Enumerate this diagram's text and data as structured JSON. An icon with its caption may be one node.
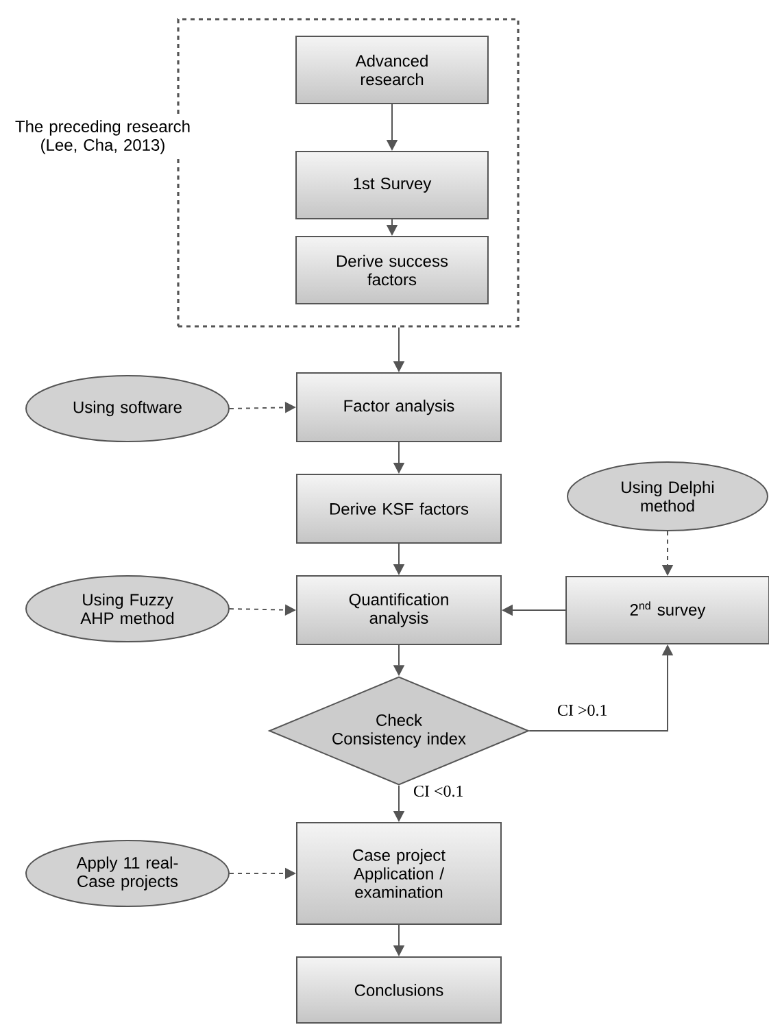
{
  "diagram": {
    "nodes": [
      {
        "text": [
          "The preceding research (Lee, Cha, 2013)"
        ]
      },
      {
        "text": [
          "Advanced research"
        ],
        "in": 0
      },
      {
        "text": [
          "1st Survey"
        ],
        "in": 0
      },
      {
        "text": [
          "Derive success factors"
        ],
        "in": 0
      },
      {
        "text": [
          "Factor analysis"
        ]
      },
      {
        "text": [
          "Using software"
        ]
      },
      {
        "text": [
          "Derive KSF factors"
        ]
      },
      {
        "text": [
          "Using Delphi method"
        ]
      },
      {
        "text": [
          "Quantification analysis"
        ]
      },
      {
        "text": [
          "Using Fuzzy AHP method"
        ]
      },
      {
        "text": [
          "2$^{nd}$ survey"
        ]
      },
      {
        "text": [
          "Check Consistency index"
        ]
      },
      {
        "text": [
          "Case project Application / examination"
        ]
      },
      {
        "text": [
          "Apply 11 real-Case projects"
        ]
      },
      {
        "text": [
          "Conclusions"
        ]
      }
    ],
    "edges": [
      {
        "from": 1,
        "to": 2,
        "arrow": "to"
      },
      {
        "from": 2,
        "to": 3,
        "arrow": "to"
      },
      {
        "from": 0,
        "to": 4,
        "arrow": "to"
      },
      {
        "from": 5,
        "to": 4,
        "arrow": "to",
        "style": "dashed"
      },
      {
        "from": 4,
        "to": 6,
        "arrow": "to"
      },
      {
        "from": 6,
        "to": 8,
        "arrow": "to"
      },
      {
        "from": 7,
        "to": 10,
        "arrow": "to",
        "style": "dashed"
      },
      {
        "from": 9,
        "to": 8,
        "arrow": "to",
        "style": "dashed"
      },
      {
        "from": 10,
        "to": 8,
        "arrow": "to"
      },
      {
        "from": 8,
        "to": 11,
        "arrow": "to"
      },
      {
        "from": 11,
        "to": 10,
        "arrow": "to",
        "label": "CI >0.1"
      },
      {
        "from": 11,
        "to": 12,
        "arrow": "to",
        "label": "CI <0.1"
      },
      {
        "from": 13,
        "to": 12,
        "arrow": "to",
        "style": "dashed"
      },
      {
        "from": 12,
        "to": 14,
        "arrow": "to"
      }
    ]
  }
}
